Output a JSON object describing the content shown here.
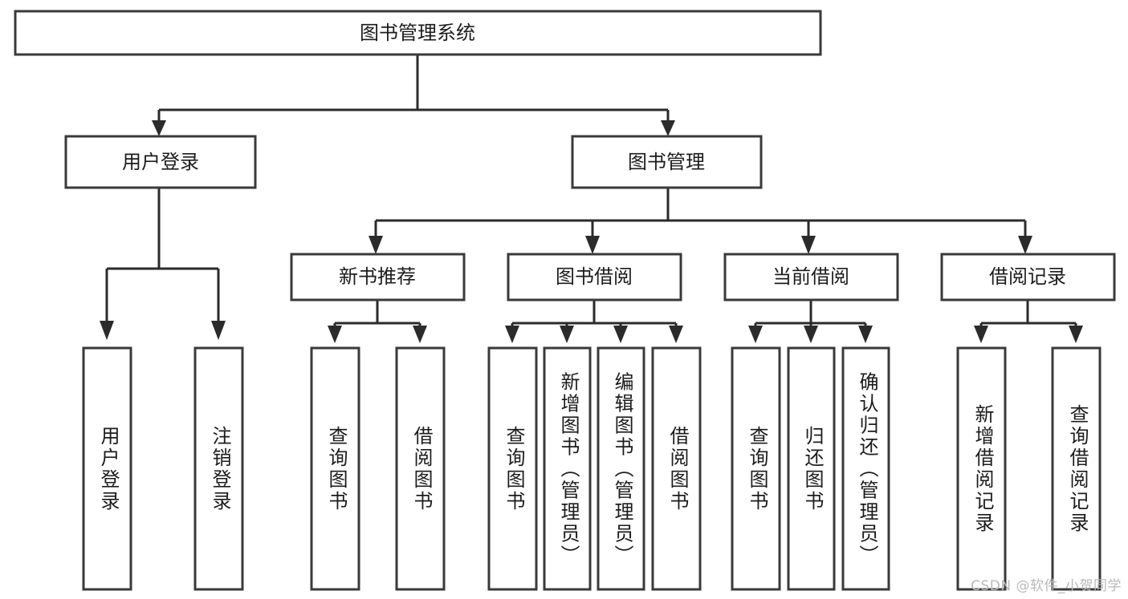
{
  "diagram": {
    "type": "tree-hierarchy-chart",
    "title": "图书管理系统",
    "watermark": "CSDN @软件_小贺同学",
    "colors": {
      "box_stroke": "#3a3a3a",
      "box_fill": "#ffffff",
      "edge": "#2b2b2b",
      "text": "#1c1c1c",
      "watermark": "#b9b9b9",
      "background": "#ffffff"
    },
    "root": {
      "label": "图书管理系统"
    },
    "level2": [
      {
        "label": "用户登录"
      },
      {
        "label": "图书管理"
      }
    ],
    "level3": [
      {
        "label": "新书推荐"
      },
      {
        "label": "图书借阅"
      },
      {
        "label": "当前借阅"
      },
      {
        "label": "借阅记录"
      }
    ],
    "leaves": {
      "user_login": [
        {
          "label": "用户登录"
        },
        {
          "label": "注销登录"
        }
      ],
      "new_book_recommend": [
        {
          "label": "查询图书"
        },
        {
          "label": "借阅图书"
        }
      ],
      "book_borrow": [
        {
          "label": "查询图书"
        },
        {
          "label": "新增图书（管理员）"
        },
        {
          "label": "编辑图书（管理员）"
        },
        {
          "label": "借阅图书"
        }
      ],
      "current_borrow": [
        {
          "label": "查询图书"
        },
        {
          "label": "归还图书"
        },
        {
          "label": "确认归还（管理员）"
        }
      ],
      "borrow_record": [
        {
          "label": "新增借阅记录"
        },
        {
          "label": "查询借阅记录"
        }
      ]
    }
  }
}
